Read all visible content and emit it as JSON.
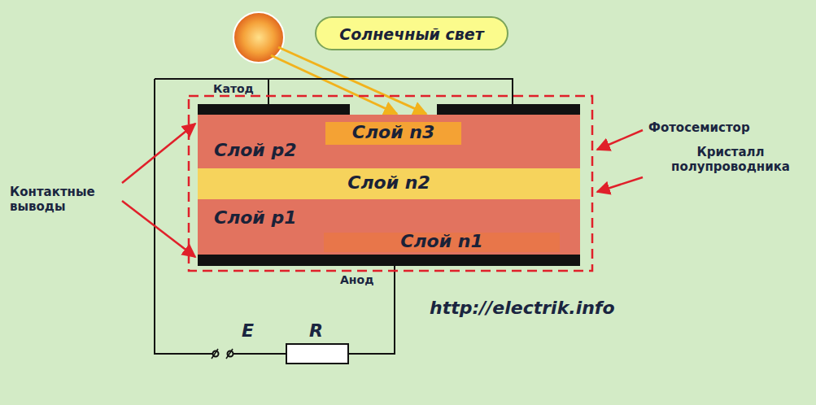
{
  "diagram": {
    "nodes": [
      {
        "text": [
          "Солнечный свет"
        ]
      },
      {
        "text": [
          "Слой p2"
        ]
      },
      {
        "text": [
          "Слой n3"
        ],
        "in": 1
      },
      {
        "text": [
          "Слой n2"
        ]
      },
      {
        "text": [
          "Слой p1"
        ]
      },
      {
        "text": [
          "Слой n1"
        ],
        "in": 4
      }
    ],
    "edges": [],
    "labels": [
      "Катод",
      "Контактные выводы",
      "Фотосемистор",
      "Кристалл полупроводника",
      "Анод",
      "E",
      "R",
      "http://electrik.info"
    ]
  }
}
